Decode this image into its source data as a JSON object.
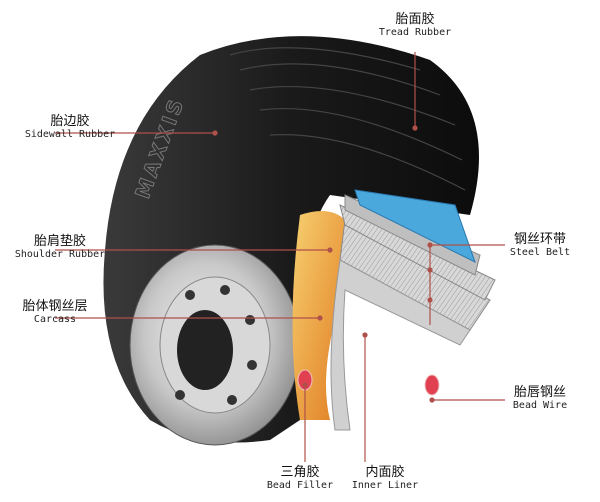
{
  "title": "Tire structure diagram",
  "brand_on_tire": "MAXXIS",
  "labels": {
    "tread": {
      "zh": "胎面胶",
      "en": "Tread Rubber"
    },
    "sidewall": {
      "zh": "胎边胶",
      "en": "Sidewall Rubber"
    },
    "shoulder": {
      "zh": "胎肩垫胶",
      "en": "Shoulder Rubber"
    },
    "carcass": {
      "zh": "胎体钢丝层",
      "en": "Carcass"
    },
    "steel_belt": {
      "zh": "钢丝环带",
      "en": "Steel Belt"
    },
    "bead_wire": {
      "zh": "胎唇钢丝",
      "en": "Bead Wire"
    },
    "bead_filler": {
      "zh": "三角胶",
      "en": "Bead Filler"
    },
    "inner_liner": {
      "zh": "内面胶",
      "en": "Inner Liner"
    }
  },
  "colors": {
    "leader_line": "#b0504a",
    "tire": "#1c1c1c",
    "belt_blue": "#4aa8dc",
    "shoulder_orange": "#f0a030"
  }
}
